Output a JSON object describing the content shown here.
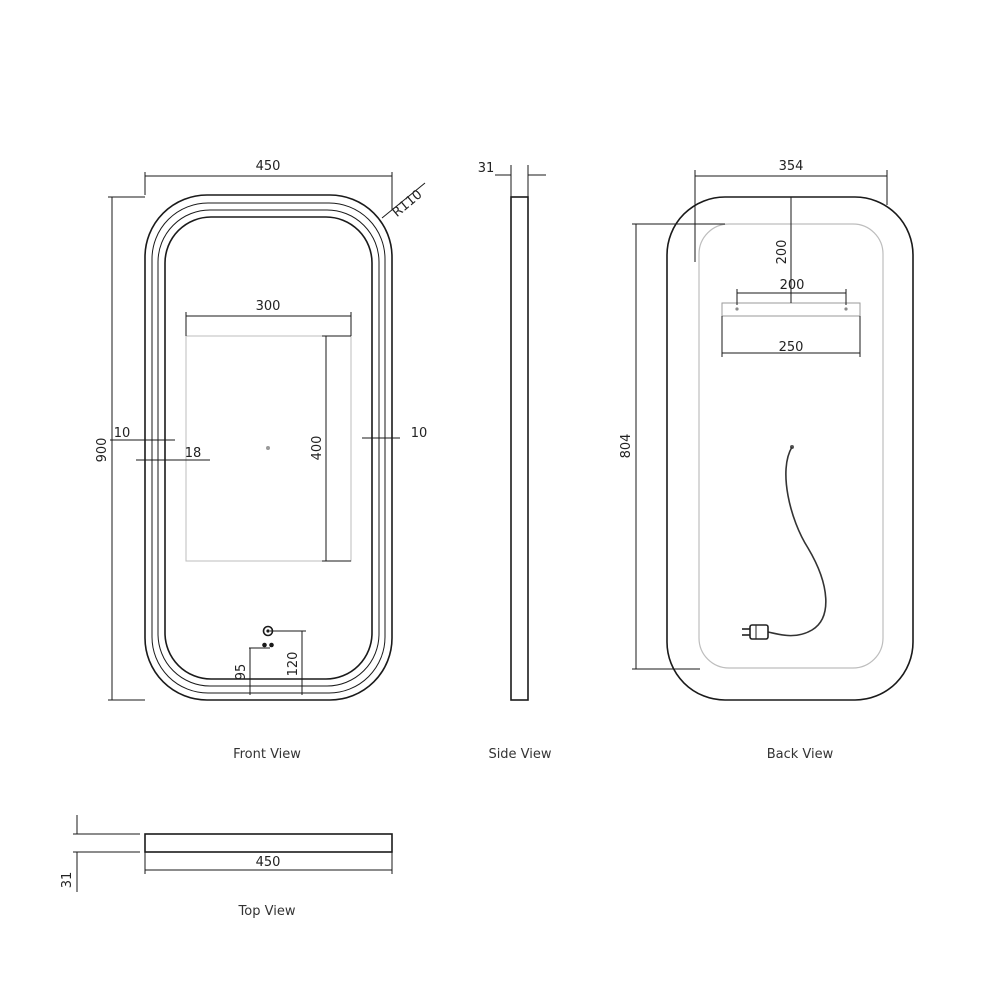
{
  "views": {
    "front": {
      "caption": "Front View",
      "width": "450",
      "height": "900",
      "radius": "R110",
      "inner_width": "300",
      "inner_height": "400",
      "left_margin": "10",
      "right_margin": "10",
      "offset": "18",
      "switch_bottom_95": "95",
      "switch_bottom_120": "120"
    },
    "side": {
      "caption": "Side View",
      "depth": "31"
    },
    "back": {
      "caption": "Back View",
      "width": "354",
      "height": "804",
      "bracket_top": "200",
      "bracket_holes": "200",
      "bracket_width": "250"
    },
    "top": {
      "caption": "Top View",
      "width": "450",
      "depth": "31"
    }
  },
  "colors": {
    "line": "#1a1a1a",
    "light_line": "#bdbdbd",
    "text": "#222222"
  }
}
